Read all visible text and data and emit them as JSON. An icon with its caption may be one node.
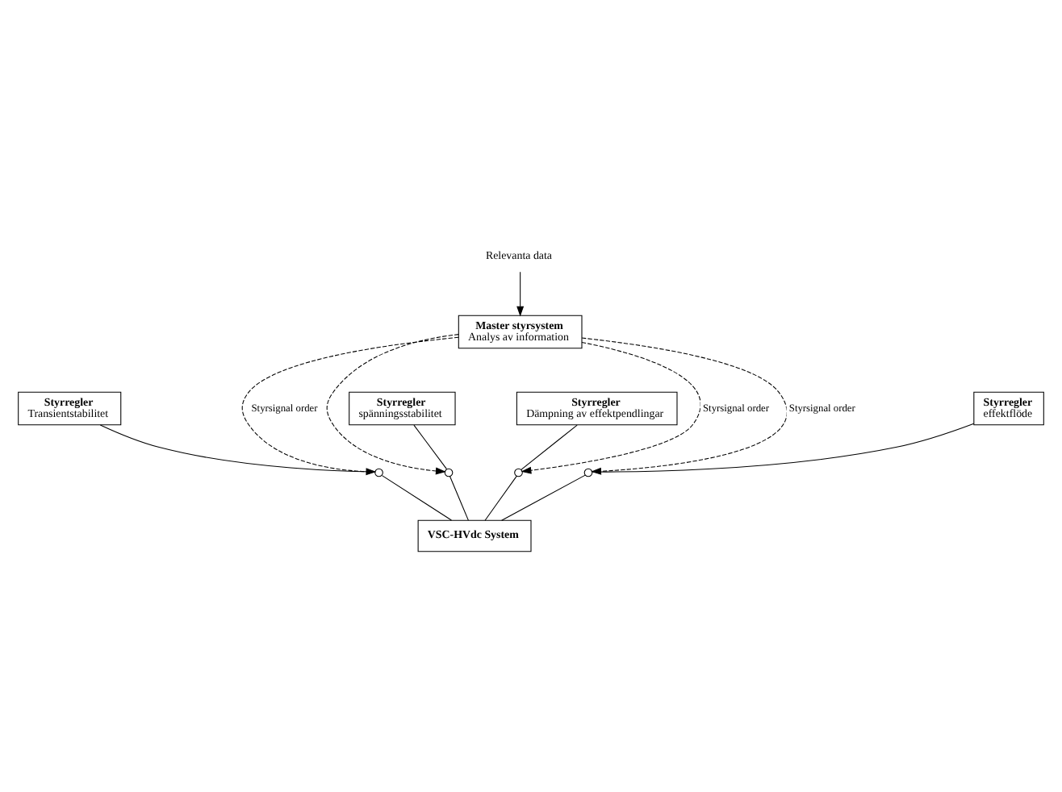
{
  "diagram": {
    "nodes": [
      {
        "text": [
          "Relevanta data"
        ]
      },
      {
        "text": [
          "Master styrsystem",
          "Analys av information"
        ]
      },
      {
        "text": [
          "Styrregler",
          "Transientstabilitet"
        ]
      },
      {
        "text": [
          "Styrregler",
          "spänningsstabilitet"
        ]
      },
      {
        "text": [
          "Styrregler",
          "Dämpning av effektpendlingar"
        ]
      },
      {
        "text": [
          "Styrregler",
          "effektflöde"
        ]
      },
      {
        "text": [],
        "shape": "switch"
      },
      {
        "text": [],
        "shape": "switch"
      },
      {
        "text": [],
        "shape": "switch"
      },
      {
        "text": [],
        "shape": "switch"
      },
      {
        "text": [
          "VSC-HVdc System"
        ]
      }
    ],
    "edges": [
      {
        "from": 0,
        "to": 1,
        "arrow": "to"
      },
      {
        "from": 1,
        "to": 6,
        "arrow": "to",
        "style": "dashed",
        "label": "Styrsignal order"
      },
      {
        "from": 1,
        "to": 7,
        "arrow": "to",
        "style": "dashed"
      },
      {
        "from": 1,
        "to": 8,
        "arrow": "to",
        "style": "dashed",
        "label": "Styrsignal order"
      },
      {
        "from": 1,
        "to": 9,
        "arrow": "to",
        "style": "dashed",
        "label": "Styrsignal order"
      },
      {
        "from": 2,
        "to": 6,
        "arrow": "none"
      },
      {
        "from": 3,
        "to": 7,
        "arrow": "none"
      },
      {
        "from": 4,
        "to": 8,
        "arrow": "none"
      },
      {
        "from": 5,
        "to": 9,
        "arrow": "none"
      },
      {
        "from": 6,
        "to": 10,
        "arrow": "none"
      },
      {
        "from": 7,
        "to": 10,
        "arrow": "none"
      },
      {
        "from": 8,
        "to": 10,
        "arrow": "none"
      },
      {
        "from": 9,
        "to": 10,
        "arrow": "none"
      }
    ]
  }
}
